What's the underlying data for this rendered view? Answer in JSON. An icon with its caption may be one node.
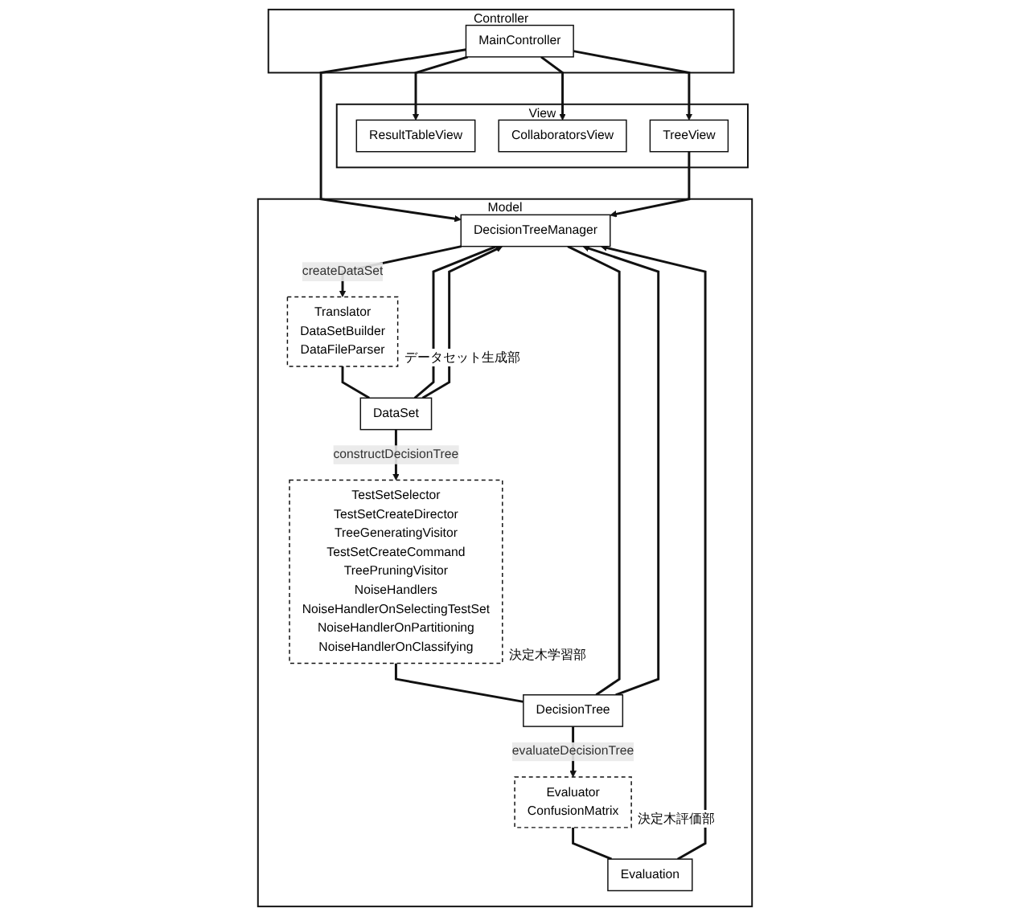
{
  "diagram": {
    "nodes": [
      {
        "text": [
          "Controller"
        ]
      },
      {
        "text": [
          "MainController"
        ],
        "in": 0
      },
      {
        "text": [
          "View"
        ]
      },
      {
        "text": [
          "ResultTableView"
        ],
        "in": 2
      },
      {
        "text": [
          "CollaboratorsView"
        ],
        "in": 2
      },
      {
        "text": [
          "TreeView"
        ],
        "in": 2
      },
      {
        "text": [
          "Model"
        ]
      },
      {
        "text": [
          "DecisionTreeManager"
        ],
        "in": 6
      },
      {
        "text": [
          "Evaluation"
        ],
        "in": 6
      },
      {
        "text": [
          "DataSet"
        ],
        "in": 6
      },
      {
        "text": [
          "DecisionTree"
        ],
        "in": 6
      },
      {
        "text": [
          "Evaluator",
          "ConfusionMatrix"
        ],
        "in": 6,
        "beside": [
          "決定木評価部"
        ]
      },
      {
        "text": [
          "Translator",
          "DataSetBuilder",
          "DataFileParser"
        ],
        "in": 6,
        "beside": [
          "データセット生成部"
        ]
      },
      {
        "text": [
          "TestSetSelector",
          "TestSetCreateDirector",
          "TreeGeneratingVisitor",
          "TestSetCreateCommand",
          "TreePruningVisitor",
          "NoiseHandlers",
          "NoiseHandlerOnSelectingTestSet",
          "NoiseHandlerOnPartitioning",
          "NoiseHandlerOnClassifying"
        ],
        "in": 6,
        "beside": [
          "決定木学習部"
        ]
      }
    ],
    "edges": [
      {
        "from": 1,
        "to": 3,
        "arrow": "to"
      },
      {
        "from": 1,
        "to": 4,
        "arrow": "to"
      },
      {
        "from": 1,
        "to": 5,
        "arrow": "to"
      },
      {
        "from": 1,
        "to": 7,
        "arrow": "to"
      },
      {
        "from": 5,
        "to": 7,
        "arrow": "to"
      },
      {
        "from": 7,
        "to": 12,
        "arrow": "to",
        "label": "createDataSet"
      },
      {
        "from": 12,
        "to": 9,
        "arrow": "none"
      },
      {
        "from": 9,
        "to": 7,
        "arrow": "to"
      },
      {
        "from": 7,
        "to": 9,
        "arrow": "none"
      },
      {
        "from": 9,
        "to": 13,
        "arrow": "to",
        "label": "constructDecisionTree"
      },
      {
        "from": 13,
        "to": 10,
        "arrow": "none"
      },
      {
        "from": 10,
        "to": 7,
        "arrow": "to"
      },
      {
        "from": 7,
        "to": 10,
        "arrow": "none"
      },
      {
        "from": 10,
        "to": 11,
        "arrow": "to",
        "label": "evaluateDecisionTree"
      },
      {
        "from": 11,
        "to": 8,
        "arrow": "none"
      },
      {
        "from": 8,
        "to": 7,
        "arrow": "to"
      }
    ]
  }
}
